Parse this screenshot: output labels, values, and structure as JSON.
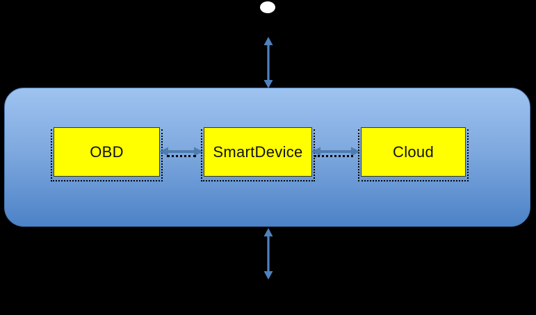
{
  "diagram": {
    "nodes": [
      {
        "id": "obd",
        "label": "OBD"
      },
      {
        "id": "smartdevice",
        "label": "SmartDevice"
      },
      {
        "id": "cloud",
        "label": "Cloud"
      }
    ],
    "connections": [
      {
        "from": "obd",
        "to": "smartdevice",
        "style": "double-arrow"
      },
      {
        "from": "smartdevice",
        "to": "cloud",
        "style": "double-arrow"
      },
      {
        "from": "panel",
        "to": "above",
        "style": "double-arrow-vertical"
      },
      {
        "from": "panel",
        "to": "below",
        "style": "double-arrow-vertical"
      }
    ],
    "colors": {
      "background": "#000000",
      "panel_top": "#9ec3f0",
      "panel_bottom": "#4c82c7",
      "panel_border": "#4878b8",
      "node_fill": "#ffff00",
      "node_border": "#3b3b00",
      "arrow": "#4f81bd",
      "arrow_link": "#4f7cae",
      "shadow": "#000000",
      "ellipse": "#ffffff"
    }
  }
}
